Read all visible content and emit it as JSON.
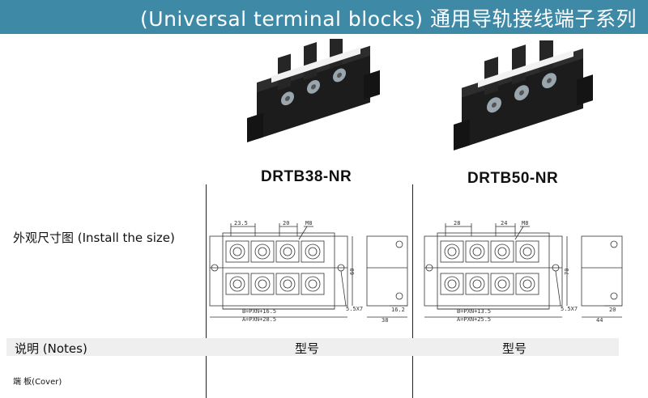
{
  "banner": {
    "title": "(Universal terminal blocks) 通用导轨接线端子系列"
  },
  "labels": {
    "install_size": "外观尺寸图 (Install the size)",
    "notes": "说明 (Notes)",
    "cover": "端  板(Cover)"
  },
  "products": [
    {
      "model": "DRTB38-NR",
      "type_label": "型号",
      "dims": {
        "pitch": "23.5",
        "hole": "20",
        "screw": "M8",
        "height": "60",
        "b_formula": "B=PXN+16.5",
        "a_formula": "A=PXN+28.5",
        "slot": "5.5X7",
        "side_top": "16.2",
        "side_width": "38"
      }
    },
    {
      "model": "DRTB50-NR",
      "type_label": "型号",
      "dims": {
        "pitch": "28",
        "hole": "24",
        "screw": "M8",
        "height": "70",
        "b_formula": "B=PXN+13.5",
        "a_formula": "A=PXN+25.5",
        "slot": "5.5X7",
        "side_top": "20",
        "side_width": "44"
      }
    }
  ]
}
